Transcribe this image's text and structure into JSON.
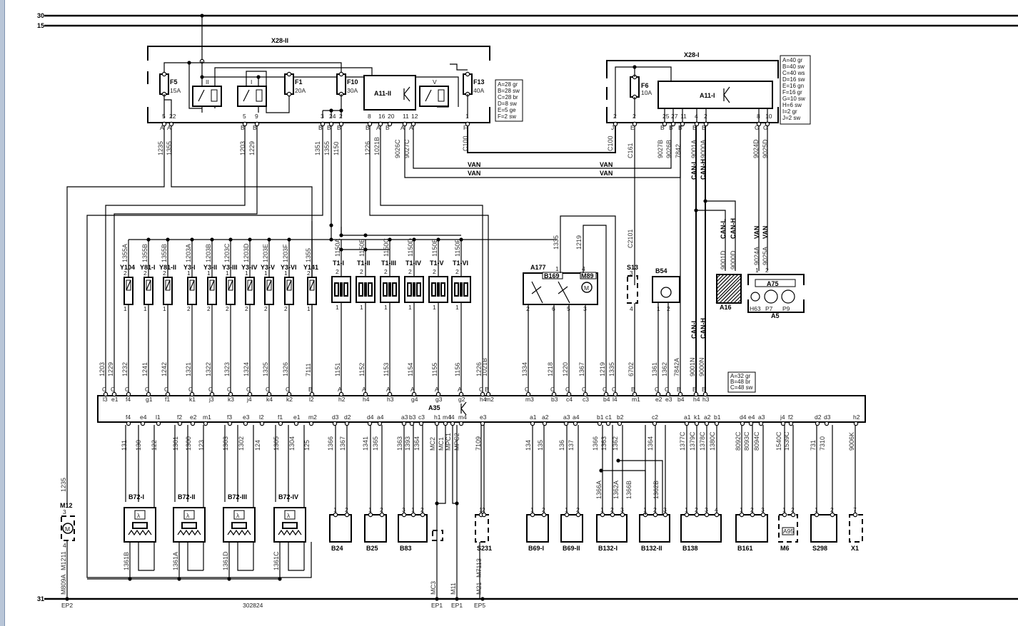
{
  "diagram": {
    "rails": [
      {
        "id": "rail-30",
        "label": "30"
      },
      {
        "id": "rail-15",
        "label": "15"
      },
      {
        "id": "rail-31",
        "label": "31"
      }
    ],
    "ground_labels": [
      "EP2",
      "302824",
      "EP1",
      "EP1",
      "EP5"
    ],
    "fuse_box_2": {
      "title": "X28-II",
      "fuses": [
        {
          "id": "F5",
          "rating": "15A"
        },
        {
          "id": "F1",
          "rating": "20A"
        },
        {
          "id": "F10",
          "rating": "30A"
        },
        {
          "id": "F13",
          "rating": "40A"
        }
      ],
      "relays": [
        "II",
        "I",
        "V"
      ],
      "module": "A11-II",
      "pins_top": [
        "5",
        "22",
        "5",
        "9",
        "3",
        "24",
        "2",
        "8",
        "16",
        "20",
        "11",
        "12",
        "1"
      ],
      "connectors": [
        "A",
        "A",
        "B",
        "B",
        "B",
        "B",
        "B",
        "B",
        "A",
        "B",
        "A",
        "A",
        "F"
      ],
      "legend": [
        "A=28 gr",
        "B=28 sw",
        "C=28 br",
        "D=8 sw",
        "E=5 ge",
        "F=2 sw"
      ]
    },
    "fuse_box_1": {
      "title": "X28-I",
      "fuse": {
        "id": "F6",
        "rating": "10A"
      },
      "module": "A11-I",
      "pins_top": [
        "2",
        "2",
        "25",
        "27",
        "11",
        "4",
        "2",
        "8",
        "10"
      ],
      "connectors": [
        "J",
        "E",
        "B",
        "B",
        "B",
        "B",
        "B",
        "G",
        "G"
      ],
      "legend": [
        "A=40 gr",
        "B=40 sw",
        "C=40 ws",
        "D=16 sw",
        "E=16 gn",
        "F=16 gr",
        "G=10 sw",
        "H=6 sw",
        "I=2 gr",
        "J=2 sw"
      ]
    },
    "upper_wires": [
      "1235",
      "1355",
      "1203",
      "1229",
      "1351",
      "1355",
      "1150",
      "1226",
      "1021B",
      "9026C",
      "9027C",
      "C100",
      "C100",
      "C161",
      "9027B",
      "9026B",
      "7842",
      "9001A",
      "9000A",
      "9024D",
      "9025D"
    ],
    "bus_labels": {
      "van": "VAN",
      "can_l": "CAN-L",
      "can_h": "CAN-H"
    },
    "injectors": [
      {
        "id": "Y104",
        "wire": "1355A",
        "pins": [
          "2",
          "1"
        ]
      },
      {
        "id": "Y81-I",
        "wire": "1355B",
        "pins": [
          "2",
          "1"
        ]
      },
      {
        "id": "Y81-II",
        "wire": "1355B",
        "pins": [
          "2",
          "1"
        ]
      },
      {
        "id": "Y3-I",
        "wire": "1203A",
        "pins": [
          "1",
          "2"
        ]
      },
      {
        "id": "Y3-II",
        "wire": "1203B",
        "pins": [
          "1",
          "2"
        ]
      },
      {
        "id": "Y3-III",
        "wire": "1203C",
        "pins": [
          "1",
          "2"
        ]
      },
      {
        "id": "Y3-IV",
        "wire": "1203D",
        "pins": [
          "1",
          "2"
        ]
      },
      {
        "id": "Y3-V",
        "wire": "1203E",
        "pins": [
          "1",
          "2"
        ]
      },
      {
        "id": "Y3-VI",
        "wire": "1203F",
        "pins": [
          "1",
          "2"
        ]
      },
      {
        "id": "Y141",
        "wire": "1355",
        "pins": [
          "2",
          "1"
        ]
      }
    ],
    "coils": [
      {
        "id": "T1-I",
        "wire": "1150A"
      },
      {
        "id": "T1-II",
        "wire": "1150B"
      },
      {
        "id": "T1-III",
        "wire": "1150C"
      },
      {
        "id": "T1-IV",
        "wire": "1150D"
      },
      {
        "id": "T1-V",
        "wire": "1150E"
      },
      {
        "id": "T1-VI",
        "wire": "1150F"
      }
    ],
    "a177": {
      "id": "A177",
      "sub1": "B169",
      "sub2": "M89",
      "wires": [
        "1335",
        "1219"
      ],
      "pins": [
        "1",
        "4",
        "2",
        "6",
        "5",
        "3"
      ]
    },
    "s13": {
      "id": "S13",
      "wire": "C2101",
      "pins": [
        "3",
        "4"
      ]
    },
    "b54": {
      "id": "B54",
      "pins": [
        "1",
        "2"
      ]
    },
    "a16": {
      "id": "A16",
      "wires": [
        "9001D",
        "9000D"
      ]
    },
    "a5": {
      "id": "A5",
      "module": "A75",
      "subs": [
        "H63",
        "P7",
        "P9"
      ],
      "wires": [
        "9024A",
        "9025A"
      ],
      "pins": [
        "1",
        "2"
      ]
    },
    "ecu": {
      "id": "A35",
      "legend": [
        "A=32 gr",
        "B=48 br",
        "C=48 sw"
      ],
      "top_wires": [
        "1203",
        "1229",
        "1232",
        "1241",
        "1242",
        "1321",
        "1322",
        "1323",
        "1324",
        "1325",
        "1326",
        "7111",
        "1151",
        "1152",
        "1153",
        "1154",
        "1155",
        "1156",
        "1226",
        "1021B",
        "1334",
        "1218",
        "1220",
        "1367",
        "1219",
        "1335",
        "6702",
        "1361",
        "1362",
        "7842A",
        "9001N",
        "9000N"
      ],
      "top_conn": [
        "C",
        "C",
        "C",
        "C",
        "C",
        "C",
        "C",
        "C",
        "C",
        "C",
        "C",
        "B",
        "A",
        "A",
        "A",
        "A",
        "A",
        "A",
        "C",
        "B",
        "C",
        "C",
        "C",
        "C",
        "C",
        "C",
        "B",
        "C",
        "C",
        "B",
        "B",
        "B"
      ],
      "top_pins": [
        "l3",
        "e1",
        "f4",
        "g1",
        "f1",
        "k1",
        "j3",
        "k3",
        "j4",
        "k4",
        "k2",
        "l2",
        "h2",
        "h4",
        "h3",
        "g4",
        "g3",
        "g2",
        "h4",
        "m2",
        "m3",
        "b3",
        "c4",
        "c3",
        "b4",
        "l4",
        "m1",
        "e2",
        "e3",
        "b4",
        "h4",
        "h3"
      ],
      "bottom_pins": [
        "f4",
        "e4",
        "l1",
        "f2",
        "e2",
        "m1",
        "f3",
        "e3",
        "l2",
        "f1",
        "e1",
        "m2",
        "d3",
        "d2",
        "d4",
        "a4",
        "a3",
        "b3",
        "c3",
        "h1",
        "m4",
        "l4",
        "m4",
        "e3",
        "a1",
        "a2",
        "a3",
        "a4",
        "b1",
        "c1",
        "b2",
        "c2",
        "a1",
        "k1",
        "a2",
        "b1",
        "d4",
        "e4",
        "a3",
        "j4",
        "f2",
        "d2",
        "d3",
        "h2"
      ],
      "bottom_wires": [
        "131",
        "130",
        "122",
        "1301",
        "1300",
        "123",
        "1303",
        "1302",
        "124",
        "1305",
        "1304",
        "125",
        "1366",
        "1367",
        "1341",
        "1365",
        "1363",
        "1393",
        "1364",
        "MC2",
        "MC1",
        "MPC1",
        "MPC2",
        "7109",
        "134",
        "135",
        "136",
        "137",
        "1366",
        "1363",
        "1362",
        "1364",
        "1377C",
        "1379C",
        "1378C",
        "1380C",
        "8092C",
        "8093C",
        "8094C",
        "1540C",
        "1539C",
        "731",
        "7310",
        "9006K"
      ]
    },
    "lambda_sensors": [
      {
        "id": "B72-I",
        "ground_wire": "1361B"
      },
      {
        "id": "B72-II",
        "ground_wire": "1361A"
      },
      {
        "id": "B72-III",
        "ground_wire": "1361D"
      },
      {
        "id": "B72-IV",
        "ground_wire": "1361C"
      }
    ],
    "m12": {
      "id": "M12",
      "wire_top": "1235",
      "wire_bottom": "M1211",
      "wire_ground": "M809A",
      "pins": [
        "3",
        "4"
      ]
    },
    "bottom_components": [
      {
        "id": "B24",
        "pins": [
          "1",
          "2"
        ]
      },
      {
        "id": "B25",
        "pins": [
          "1",
          "2"
        ]
      },
      {
        "id": "B83",
        "pins": [
          "3",
          "1",
          "2"
        ]
      },
      {
        "id": "S231",
        "pins": [
          "1",
          "2"
        ],
        "wire": "M7113"
      },
      {
        "id": "B69-I",
        "pins": [
          "1",
          "2"
        ]
      },
      {
        "id": "B69-II",
        "pins": [
          "1",
          "2"
        ]
      },
      {
        "id": "B132-I",
        "pins": [
          "1",
          "2",
          "3"
        ]
      },
      {
        "id": "B132-II",
        "pins": [
          "1",
          "2",
          "3"
        ],
        "wires": [
          "1366B",
          "1362B"
        ]
      },
      {
        "id": "B138",
        "pins": [
          "1",
          "2",
          "3",
          "4"
        ]
      },
      {
        "id": "B161",
        "pins": [
          "1",
          "2",
          "3"
        ]
      },
      {
        "id": "M6",
        "sub": "A95",
        "pins": [
          "1",
          "2"
        ]
      },
      {
        "id": "S298",
        "pins": [
          "1",
          "2"
        ]
      },
      {
        "id": "X1",
        "pins": [
          "7"
        ]
      }
    ],
    "branch_wires": [
      "1366A",
      "1362A"
    ],
    "ground_wires": [
      "MC3",
      "M11",
      "M21"
    ]
  }
}
